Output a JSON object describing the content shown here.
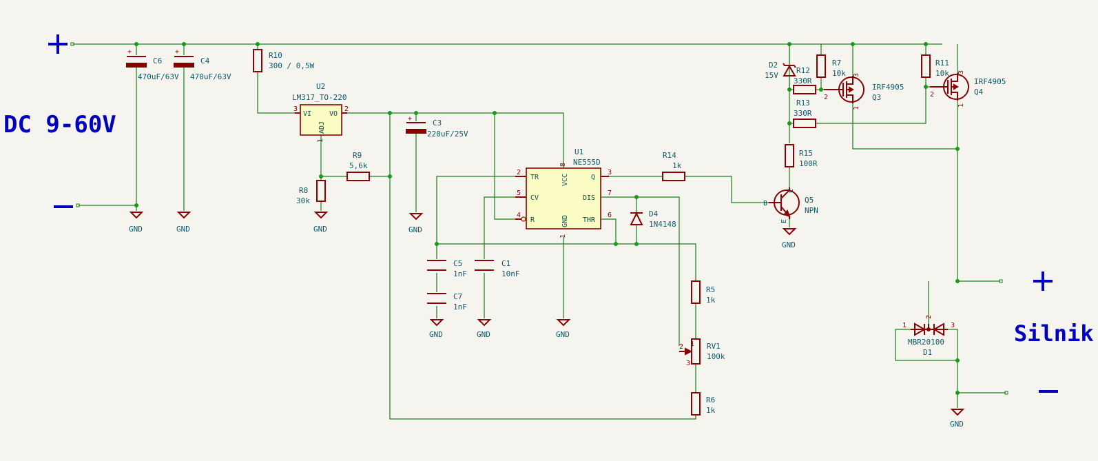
{
  "labels": {
    "dc_input": "DC 9-60V",
    "motor": "Silnik",
    "plus_in": "+",
    "minus_in": "-",
    "plus_out": "+",
    "minus_out": "-"
  },
  "components": {
    "C6": {
      "ref": "C6",
      "value": "470uF/63V"
    },
    "C4": {
      "ref": "C4",
      "value": "470uF/63V"
    },
    "R10": {
      "ref": "R10",
      "value": "300 / 0,5W"
    },
    "U2": {
      "ref": "U2",
      "value": "LM317_TO-220",
      "pin_vi": "VI",
      "pin_vo": "VO",
      "pin_adj": "ADJ",
      "n_vi": "3",
      "n_vo": "2",
      "n_adj": "1"
    },
    "R9": {
      "ref": "R9",
      "value": "5,6k"
    },
    "R8": {
      "ref": "R8",
      "value": "30k"
    },
    "C3": {
      "ref": "C3",
      "value": "220uF/25V"
    },
    "U1": {
      "ref": "U1",
      "value": "NE555D",
      "pin_tr": "TR",
      "pin_cv": "CV",
      "pin_r": "R",
      "pin_vcc": "VCC",
      "pin_gnd": "GND",
      "pin_q": "Q",
      "pin_dis": "DIS",
      "pin_thr": "THR",
      "n_tr": "2",
      "n_cv": "5",
      "n_r": "4",
      "n_vcc": "8",
      "n_gnd": "1",
      "n_q": "3",
      "n_dis": "7",
      "n_thr": "6"
    },
    "R14": {
      "ref": "R14",
      "value": "1k"
    },
    "D4": {
      "ref": "D4",
      "value": "1N4148"
    },
    "C5": {
      "ref": "C5",
      "value": "1nF"
    },
    "C7": {
      "ref": "C7",
      "value": "1nF"
    },
    "C1": {
      "ref": "C1",
      "value": "10nF"
    },
    "R5": {
      "ref": "R5",
      "value": "1k"
    },
    "RV1": {
      "ref": "RV1",
      "value": "100k",
      "n1": "1",
      "n2": "2",
      "n3": "3"
    },
    "R6": {
      "ref": "R6",
      "value": "1k"
    },
    "D2": {
      "ref": "D2",
      "value": "15V"
    },
    "R12": {
      "ref": "R12",
      "value": "330R"
    },
    "R13": {
      "ref": "R13",
      "value": "330R"
    },
    "R7": {
      "ref": "R7",
      "value": "10k"
    },
    "R11": {
      "ref": "R11",
      "value": "10k"
    },
    "Q3": {
      "ref": "Q3",
      "value": "IRF4905",
      "n1": "1",
      "n2": "2",
      "n3": "3"
    },
    "Q4": {
      "ref": "Q4",
      "value": "IRF4905",
      "n1": "1",
      "n2": "2",
      "n3": "3"
    },
    "R15": {
      "ref": "R15",
      "value": "100R"
    },
    "Q5": {
      "ref": "Q5",
      "value": "NPN",
      "pin_b": "B",
      "pin_c": "C",
      "pin_e": "E"
    },
    "D1": {
      "ref": "D1",
      "value": "MBR20100",
      "n1": "1",
      "n2": "2",
      "n3": "3"
    }
  },
  "gnd": "GND"
}
